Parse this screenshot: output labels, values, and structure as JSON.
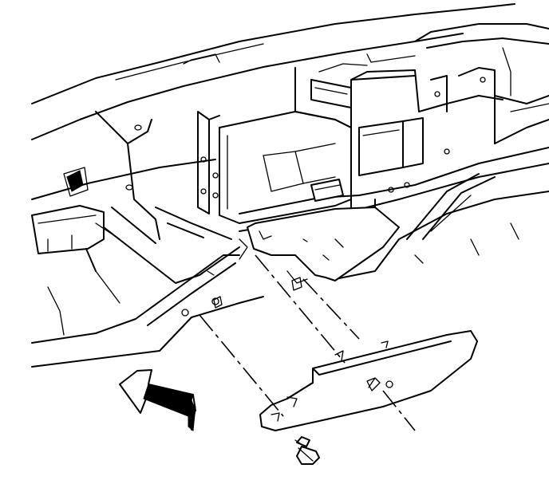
{
  "diagram": {
    "colors": {
      "line": "#000000",
      "background": "#ffffff"
    },
    "parts": [
      "instrument-panel-carrier",
      "knee-bolster-trim-panel",
      "mounting-screw",
      "retainer-clip",
      "direction-arrow"
    ]
  }
}
